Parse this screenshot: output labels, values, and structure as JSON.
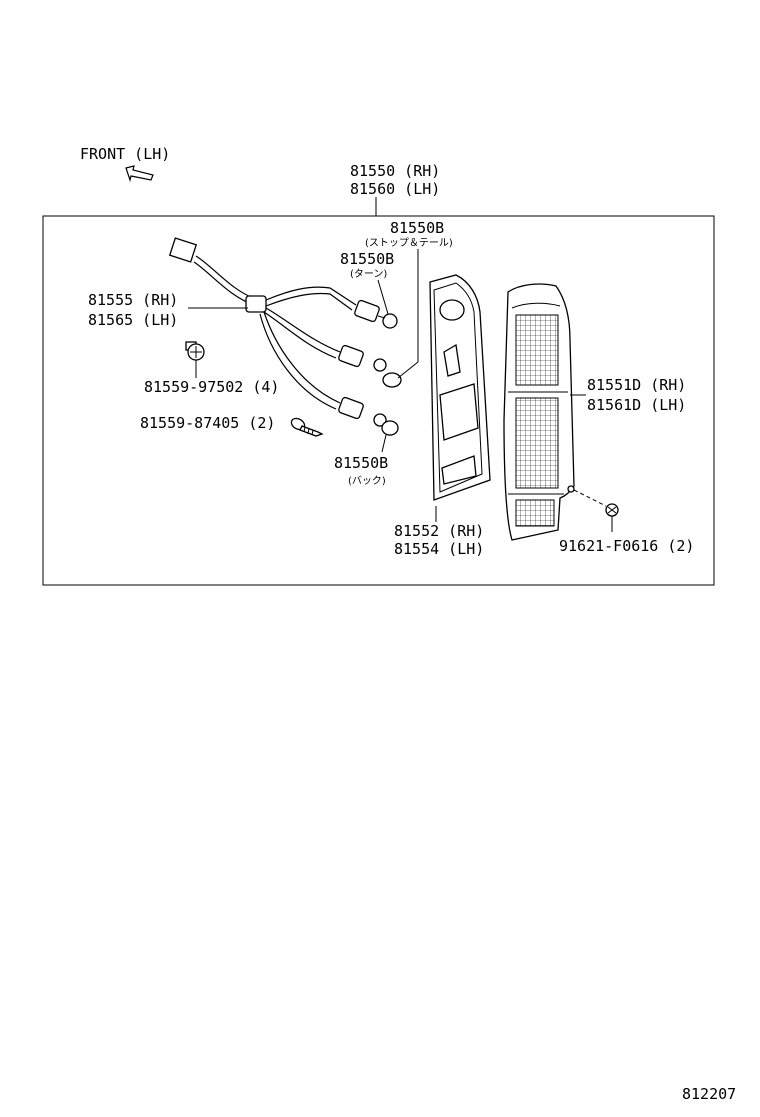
{
  "front_label": "FRONT (LH)",
  "callouts": {
    "assembly": [
      "81550 (RH)",
      "81560 (LH)"
    ],
    "bulb_stop": "81550B",
    "bulb_stop_note": "(ストップ＆テール)",
    "bulb_turn": "81550B",
    "bulb_turn_note": "(ターン)",
    "socket_wire": [
      "81555 (RH)",
      "81565 (LH)"
    ],
    "clip": "81559-97502 (4)",
    "screw": "81559-87405 (2)",
    "bulb_back": "81550B",
    "bulb_back_note": "(バック)",
    "gasket": [
      "81552 (RH)",
      "81554 (LH)"
    ],
    "lens": [
      "81551D (RH)",
      "81561D (LH)"
    ],
    "nut": "91621-F0616 (2)"
  },
  "diagram_number": "812207"
}
